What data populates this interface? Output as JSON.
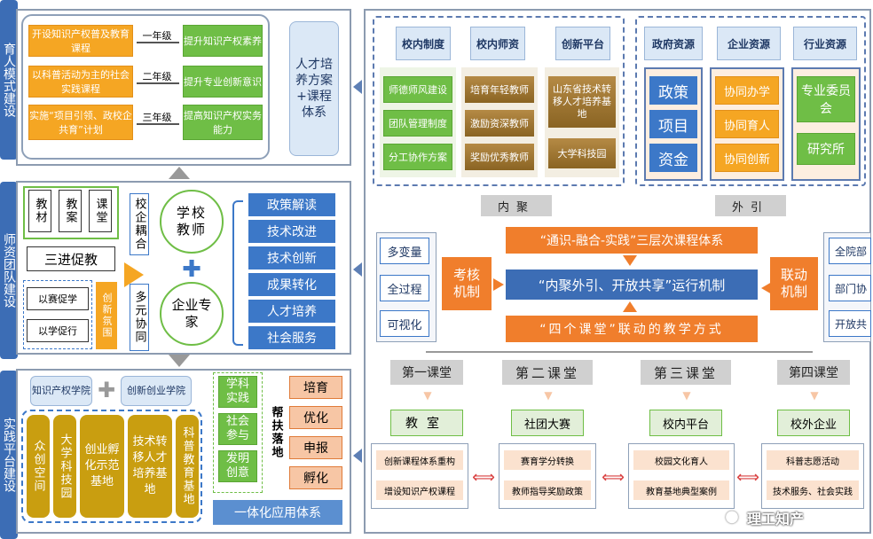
{
  "side_tabs": [
    "育人模式建设",
    "师资团队建设",
    "实践平台建设"
  ],
  "top_block": {
    "rows": [
      {
        "left": "开设知识产权普及教育课程",
        "grade": "一年级",
        "right": "提升知识产权素养"
      },
      {
        "left": "以科普活动为主的社会实践课程",
        "grade": "二年级",
        "right": "提升专业创新意识"
      },
      {
        "left": "实施“项目引领、政校企共育”计划",
        "grade": "三年级",
        "right": "提高知识产权实务能力"
      }
    ],
    "side_label": "人才培养方案+课程体系"
  },
  "mid_block": {
    "boxes": [
      "教材",
      "教案",
      "课堂"
    ],
    "promote": "三进促教",
    "promote_items": [
      "以赛促学",
      "以学促行"
    ],
    "atmosphere": "创新氛围",
    "coop": [
      "校企耦合",
      "多元协同"
    ],
    "circles": [
      "学校教师",
      "企业专家"
    ],
    "outcomes": [
      "政策解读",
      "技术改进",
      "技术创新",
      "成果转化",
      "人才培养",
      "社会服务"
    ]
  },
  "bot_block": {
    "colleges": [
      "知识产权学院",
      "创新创业学院"
    ],
    "platforms": [
      "众创空间",
      "大学科技园",
      "创业孵化示范基地",
      "技术转移人才培养基地",
      "科普教育基地"
    ],
    "activities": [
      "学科实践",
      "社会参与",
      "发明创意"
    ],
    "support": "帮扶落地",
    "steps": [
      "培育",
      "优化",
      "申报",
      "孵化"
    ],
    "system": "一体化应用体系"
  },
  "right": {
    "inner_headers": [
      "校内制度",
      "校内师资",
      "创新平台"
    ],
    "col1": [
      "师德师风建设",
      "团队管理制度",
      "分工协作方案"
    ],
    "col2": [
      "培育年轻教师",
      "激励资深教师",
      "奖励优秀教师"
    ],
    "col3": [
      "山东省技术转移人才培养基地",
      "大学科技园"
    ],
    "outer_headers": [
      "政府资源",
      "企业资源",
      "行业资源"
    ],
    "gov": [
      "政策",
      "项目",
      "资金"
    ],
    "ent": [
      "协同办学",
      "协同育人",
      "协同创新"
    ],
    "ind": [
      "专业委员会",
      "研究所"
    ],
    "gather_in": "内聚",
    "gather_out": "外引",
    "courses": "“通识-融合-实践”三层次课程体系",
    "mechanism": "“内聚外引、开放共享”运行机制",
    "teaching": "“四个课堂”联动的教学方式",
    "assess": "考核机制",
    "assess_items": [
      "多变量",
      "全过程",
      "可视化"
    ],
    "link": "联动机制",
    "link_items": [
      "全院部",
      "部门协",
      "开放共"
    ],
    "classrooms": [
      "第一课堂",
      "第二课堂",
      "第三课堂",
      "第四课堂"
    ],
    "venues": [
      "教室",
      "社团大赛",
      "校内平台",
      "校外企业"
    ],
    "venue_items": [
      [
        "创新课程体系重构",
        "增设知识产权课程"
      ],
      [
        "赛育学分转换",
        "教师指导奖励政策"
      ],
      [
        "校园文化育人",
        "教育基地典型案例"
      ],
      [
        "科普志愿活动",
        "技术服务、社会实践"
      ]
    ]
  },
  "watermark": "理工知产",
  "colors": {
    "orange": "#f5a623",
    "green": "#6fbe46",
    "blue": "#3c78c8",
    "gold": "#c99e10"
  }
}
